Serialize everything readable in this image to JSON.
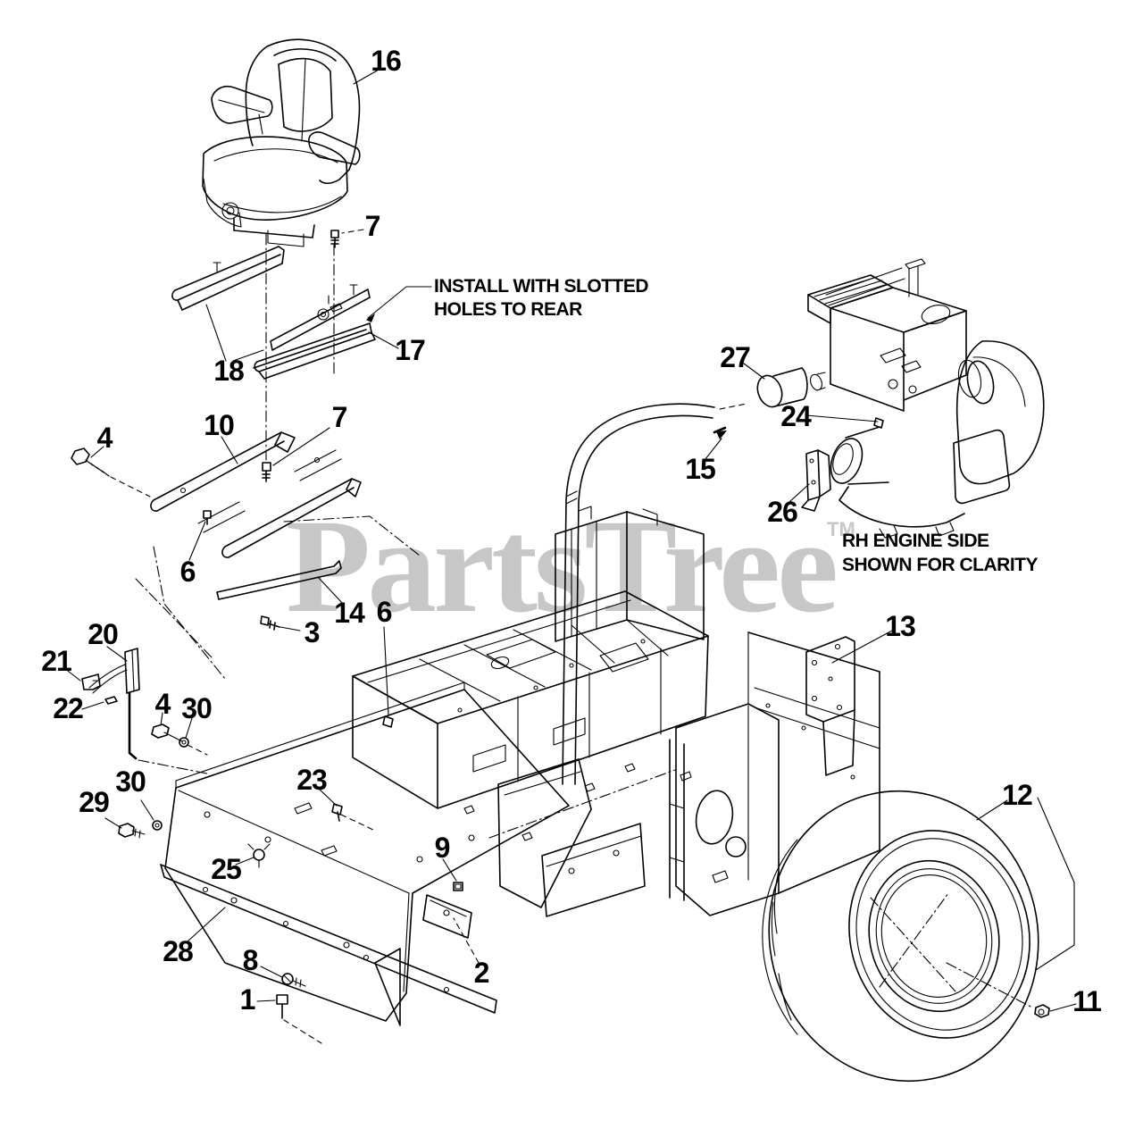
{
  "page": {
    "background": "#ffffff",
    "line_color": "#000000"
  },
  "watermark": {
    "text": "PartsTree",
    "tm": "TM",
    "color": "#c7c7c7"
  },
  "notes": {
    "install": {
      "line1": "INSTALL WITH SLOTTED",
      "line2": "HOLES TO REAR"
    },
    "engine_note": {
      "line1": "RH ENGINE SIDE",
      "line2": "SHOWN FOR CLARITY"
    }
  },
  "callouts": {
    "c16": "16",
    "c7a": "7",
    "c18": "18",
    "c17": "17",
    "c4a": "4",
    "c10": "10",
    "c7b": "7",
    "c6a": "6",
    "c14": "14",
    "c3": "3",
    "c6b": "6",
    "c15": "15",
    "c27": "27",
    "c24": "24",
    "c26": "26",
    "c13": "13",
    "c20": "20",
    "c21": "21",
    "c22": "22",
    "c4b": "4",
    "c30a": "30",
    "c23": "23",
    "c30b": "30",
    "c29": "29",
    "c25": "25",
    "c9": "9",
    "c28": "28",
    "c8": "8",
    "c1": "1",
    "c2": "2",
    "c12": "12",
    "c11": "11"
  }
}
